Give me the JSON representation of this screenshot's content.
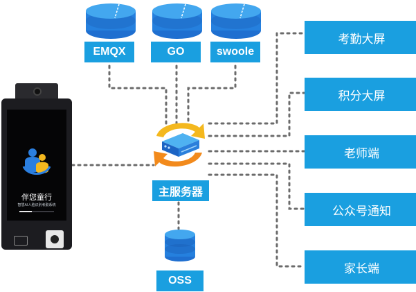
{
  "services": [
    {
      "name": "emqx",
      "label": "EMQX"
    },
    {
      "name": "go",
      "label": "GO"
    },
    {
      "name": "swoole",
      "label": "swoole"
    }
  ],
  "server": {
    "label": "主服务器"
  },
  "storage": {
    "label": "OSS"
  },
  "clients": [
    {
      "name": "attendance-screen",
      "label": "考勤大屏"
    },
    {
      "name": "points-screen",
      "label": "积分大屏"
    },
    {
      "name": "teacher-app",
      "label": "老师端"
    },
    {
      "name": "wechat-notify",
      "label": "公众号通知"
    },
    {
      "name": "parent-app",
      "label": "家长端"
    }
  ],
  "device": {
    "app_name": "伴您童行",
    "app_subtitle": "智慧AI人脸识别考勤系统",
    "progress": 0.35
  },
  "colors": {
    "box_blue": "#1a9fe0",
    "db_blue": "#1f6fd0",
    "db_top": "#43a7ef",
    "link_dots": "#6b6b6b",
    "arrow_yellow": "#f4b81e",
    "arrow_orange": "#f28a1c"
  }
}
